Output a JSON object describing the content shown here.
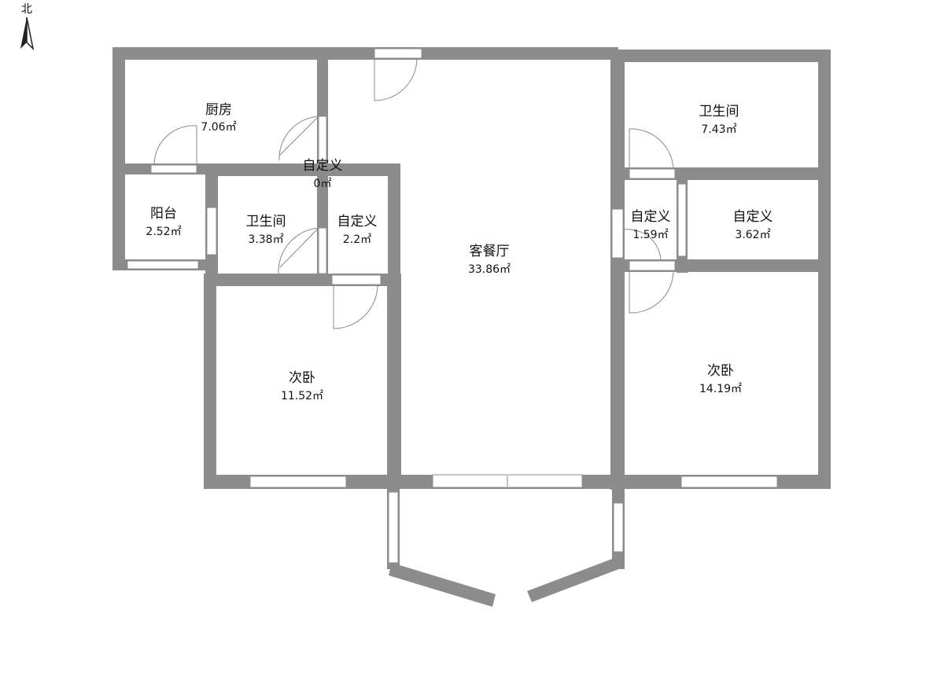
{
  "compass": {
    "label": "北",
    "icon": "north-arrow-icon"
  },
  "colors": {
    "wall": "#8c8c8c",
    "window": "#ffffff",
    "door_arc": "#888888",
    "text": "#111111"
  },
  "rooms": {
    "kitchen": {
      "name": "厨房",
      "area": "7.06㎡"
    },
    "balcony": {
      "name": "阳台",
      "area": "2.52㎡"
    },
    "custom_hall": {
      "name": "自定义",
      "area": "0㎡"
    },
    "bath_left": {
      "name": "卫生间",
      "area": "3.38㎡"
    },
    "custom_small": {
      "name": "自定义",
      "area": "2.2㎡"
    },
    "living": {
      "name": "客餐厅",
      "area": "33.86㎡"
    },
    "bath_right": {
      "name": "卫生间",
      "area": "7.43㎡"
    },
    "custom_right1": {
      "name": "自定义",
      "area": "1.59㎡"
    },
    "custom_right2": {
      "name": "自定义",
      "area": "3.62㎡"
    },
    "bedroom_left": {
      "name": "次卧",
      "area": "11.52㎡"
    },
    "bedroom_right": {
      "name": "次卧",
      "area": "14.19㎡"
    }
  }
}
